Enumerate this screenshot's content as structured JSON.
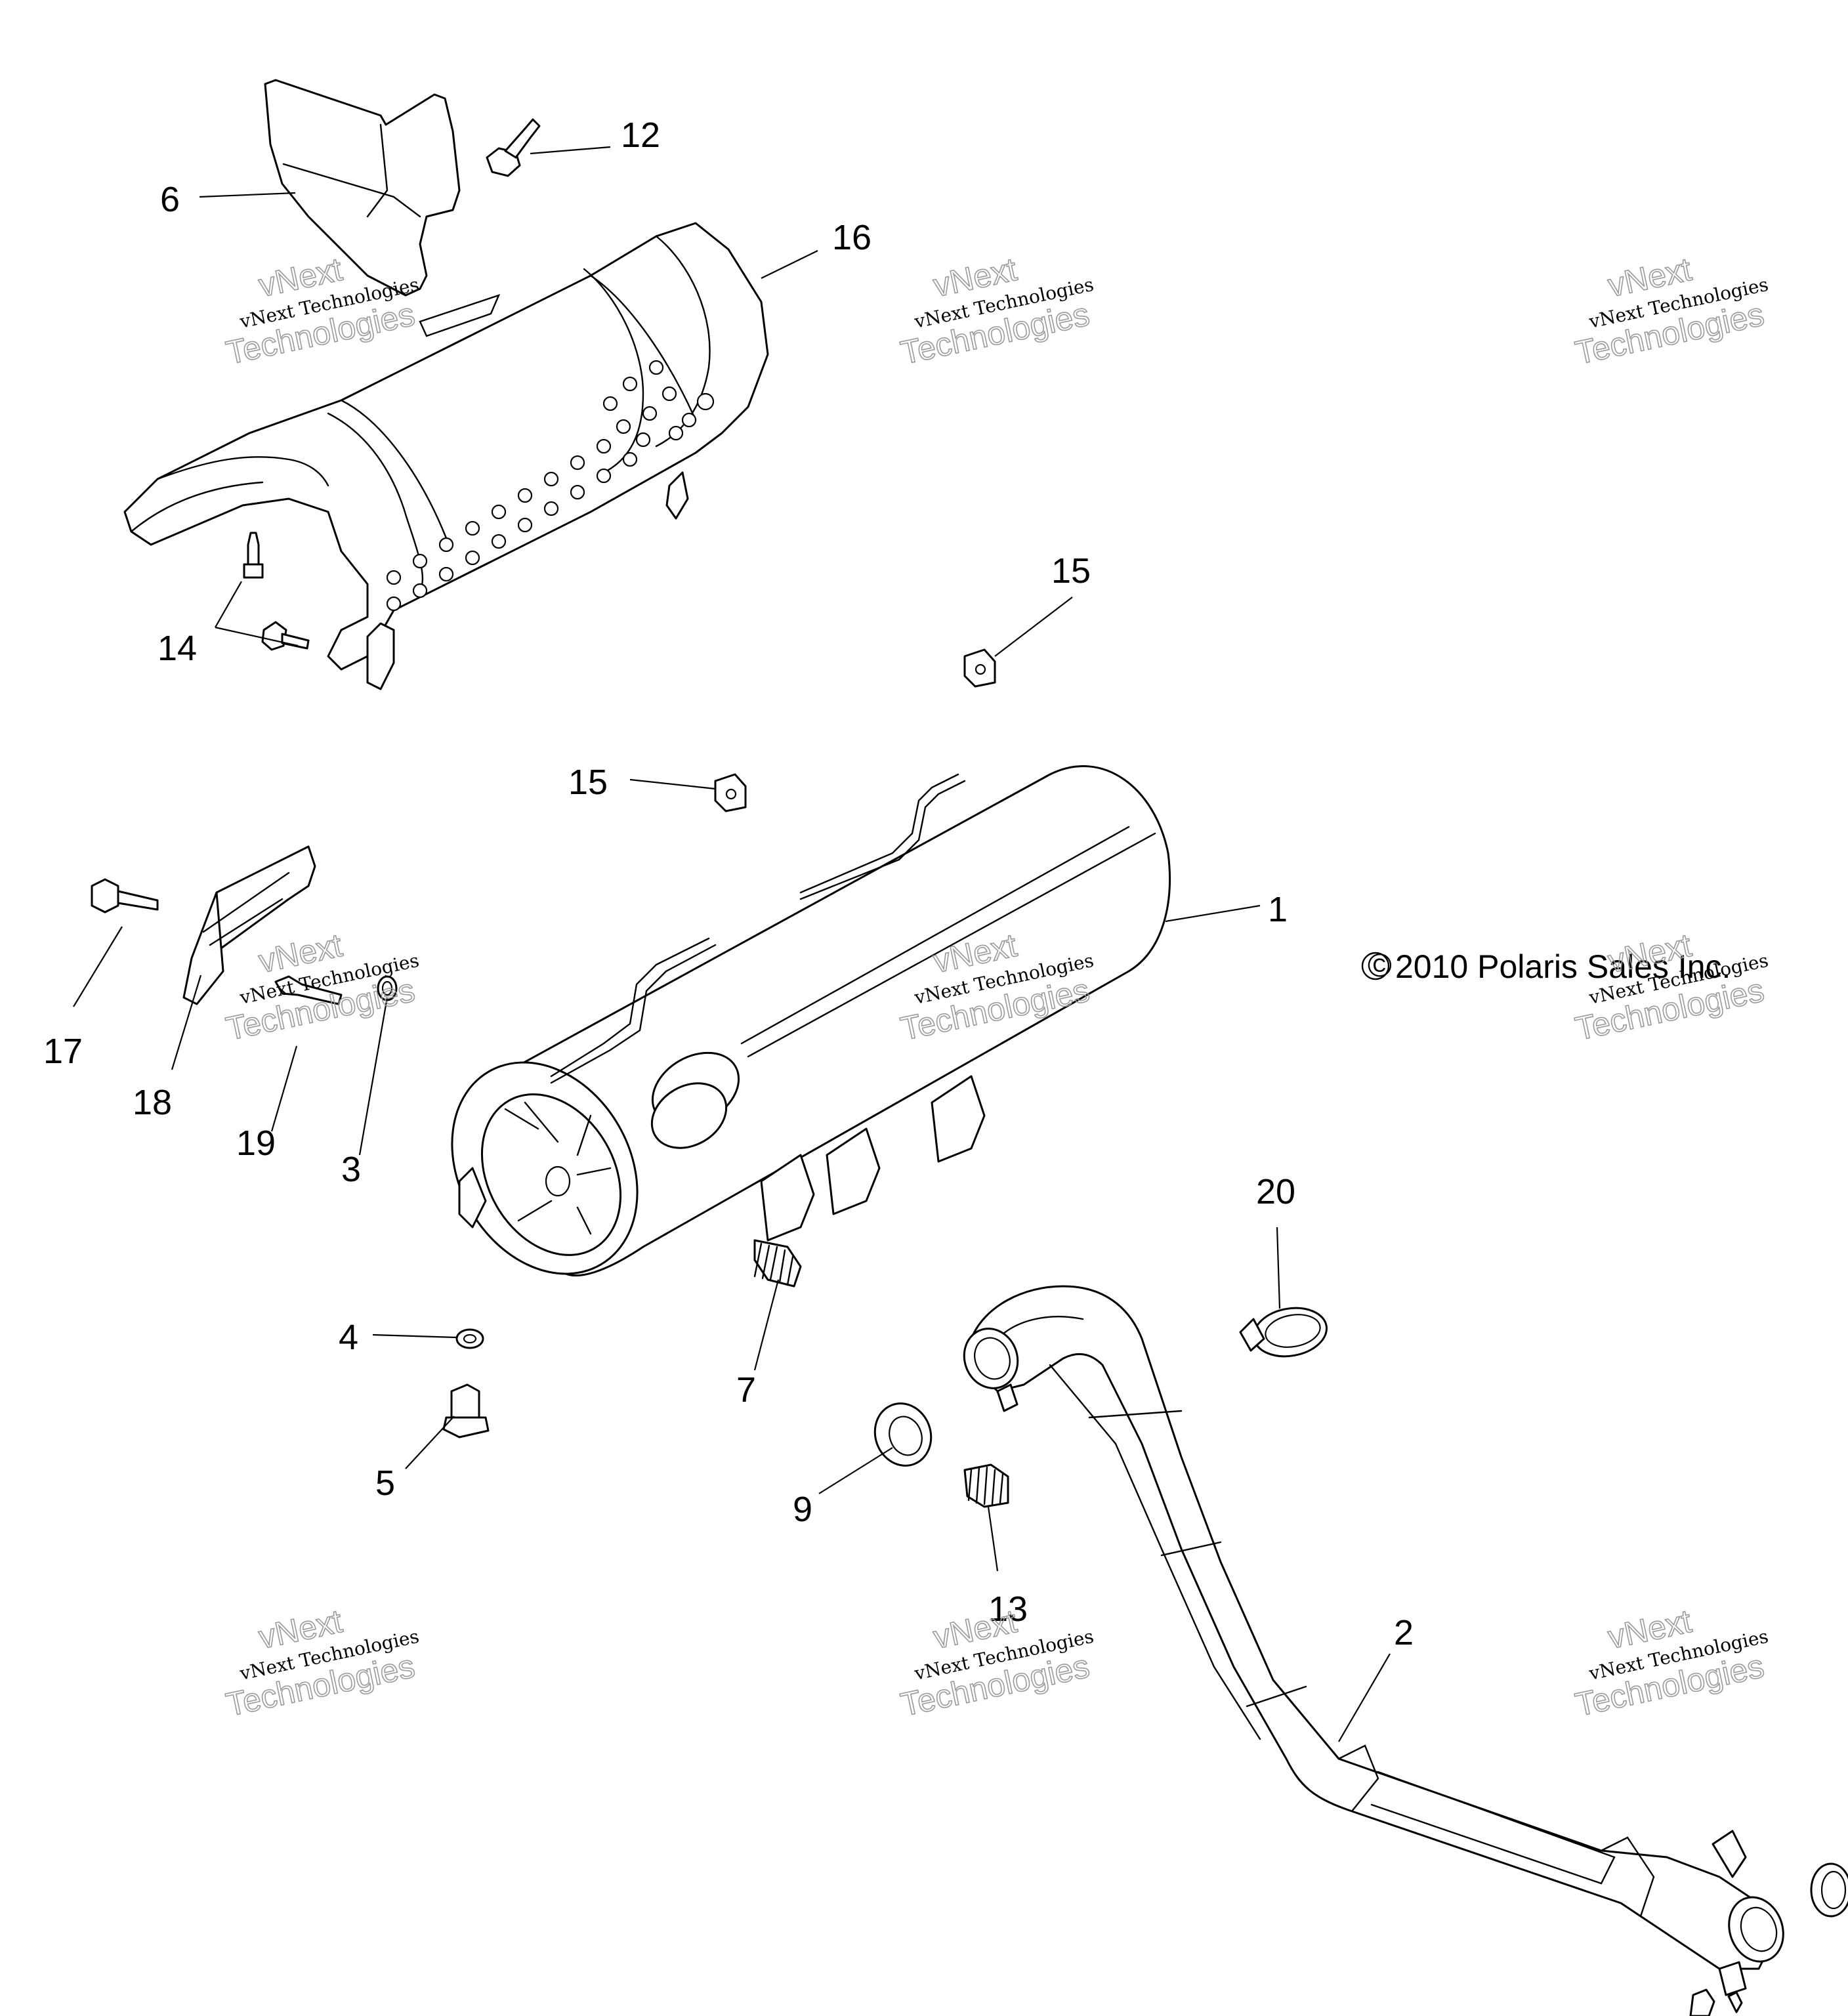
{
  "callouts": [
    "1",
    "2",
    "3",
    "4",
    "5",
    "6",
    "7",
    "9",
    "12",
    "13",
    "14",
    "15",
    "15",
    "16",
    "17",
    "18",
    "19",
    "20"
  ],
  "copyright": "2010 Polaris Sales Inc.",
  "copyright_symbol": "©",
  "watermark": {
    "line_small": "vNext Technologies",
    "line_top": "vNext",
    "line_bottom": "Technologies"
  }
}
